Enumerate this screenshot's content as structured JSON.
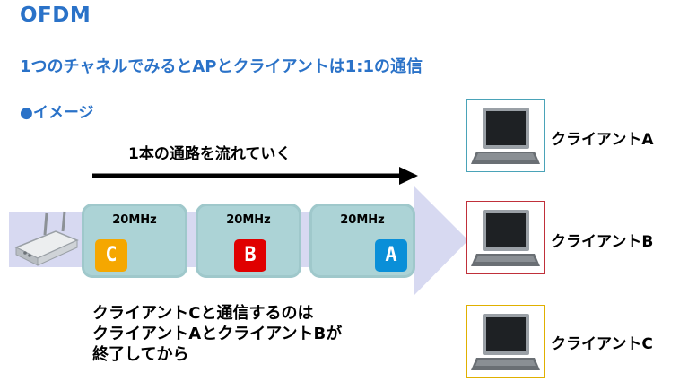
{
  "title": "OFDM",
  "subtitle": "1つのチャネルでみるとAPとクライアントは1:1の通信",
  "image_label": "●イメージ",
  "flow_text": "1本の通路を流れていく",
  "channels": [
    {
      "label": "20MHz",
      "badge": "C",
      "badge_color": "#f5a700"
    },
    {
      "label": "20MHz",
      "badge": "B",
      "badge_color": "#e00000"
    },
    {
      "label": "20MHz",
      "badge": "A",
      "badge_color": "#0a8fd8"
    }
  ],
  "note_lines": [
    "クライアントCと通信するのは",
    "クライアントAとクライアントBが",
    "終了してから"
  ],
  "clients": [
    {
      "label": "クライアントA",
      "border_color": "#4aa3b8"
    },
    {
      "label": "クライアントB",
      "border_color": "#c0303a"
    },
    {
      "label": "クライアントC",
      "border_color": "#e0b000"
    }
  ],
  "colors": {
    "accent": "#2a72c8",
    "band": "#d7d9f1",
    "channel_fill": "#acd3d6"
  }
}
